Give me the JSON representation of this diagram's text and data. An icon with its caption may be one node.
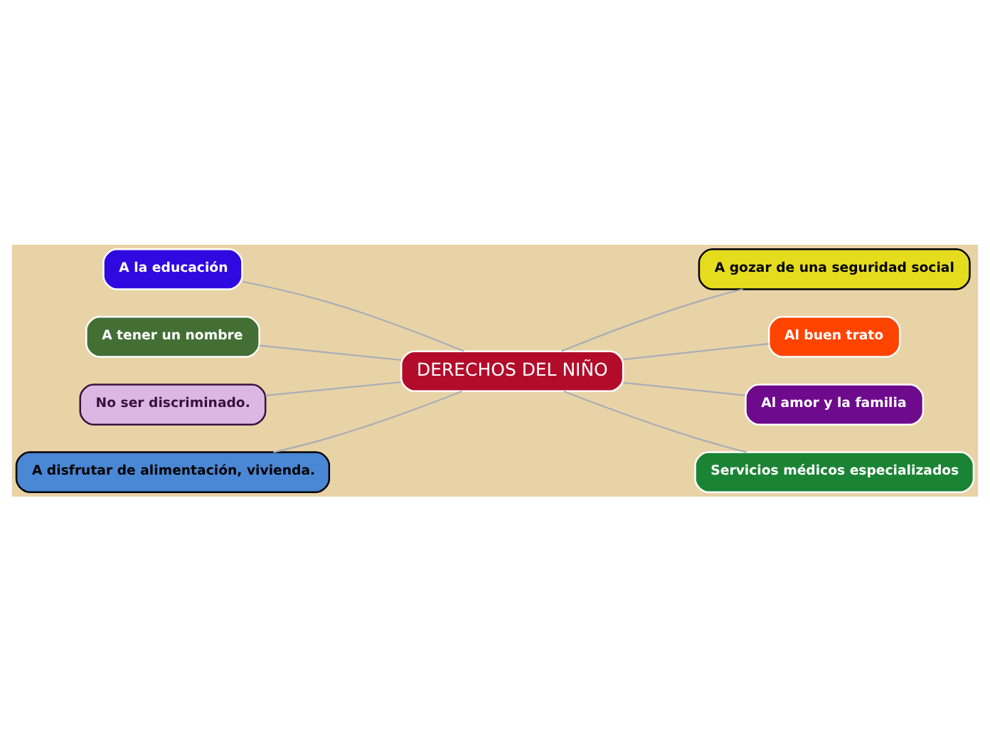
{
  "diagram": {
    "nodes": [
      {
        "text": [
          "DERECHOS DEL NIÑO"
        ]
      },
      {
        "text": [
          "A la educación"
        ]
      },
      {
        "text": [
          "A tener un nombre"
        ]
      },
      {
        "text": [
          "No ser discriminado."
        ]
      },
      {
        "text": [
          "A disfrutar de alimentación, vivienda."
        ]
      },
      {
        "text": [
          "A gozar de una seguridad social"
        ]
      },
      {
        "text": [
          "Al buen trato"
        ]
      },
      {
        "text": [
          "Al amor y la familia"
        ]
      },
      {
        "text": [
          "Servicios médicos especializados"
        ]
      }
    ],
    "edges": [
      {
        "from": 1,
        "to": 0,
        "arrow": "none"
      },
      {
        "from": 2,
        "to": 0,
        "arrow": "none"
      },
      {
        "from": 3,
        "to": 0,
        "arrow": "none"
      },
      {
        "from": 4,
        "to": 0,
        "arrow": "none"
      },
      {
        "from": 0,
        "to": 5,
        "arrow": "none"
      },
      {
        "from": 0,
        "to": 6,
        "arrow": "none"
      },
      {
        "from": 0,
        "to": 7,
        "arrow": "none"
      },
      {
        "from": 0,
        "to": 8,
        "arrow": "none"
      }
    ]
  }
}
